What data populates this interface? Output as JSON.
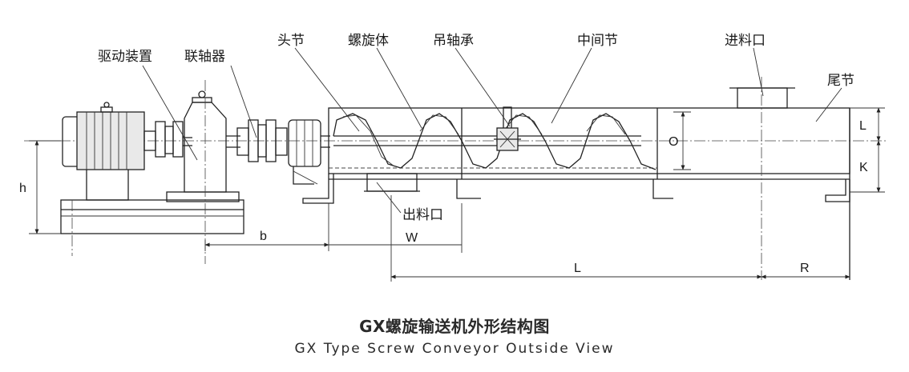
{
  "labels": {
    "drive": "驱动装置",
    "coupling": "联轴器",
    "head": "头节",
    "spiral": "螺旋体",
    "hanger": "吊轴承",
    "middle": "中间节",
    "inlet": "进料口",
    "tail": "尾节",
    "outlet": "出料口"
  },
  "dims": {
    "h": "h",
    "b": "b",
    "W": "W",
    "L_main": "L",
    "R": "R",
    "O": "O",
    "L_side": "L",
    "K": "K"
  },
  "caption": {
    "title": "GX螺旋输送机外形结构图",
    "subtitle": "GX Type Screw Conveyor Outside View"
  }
}
